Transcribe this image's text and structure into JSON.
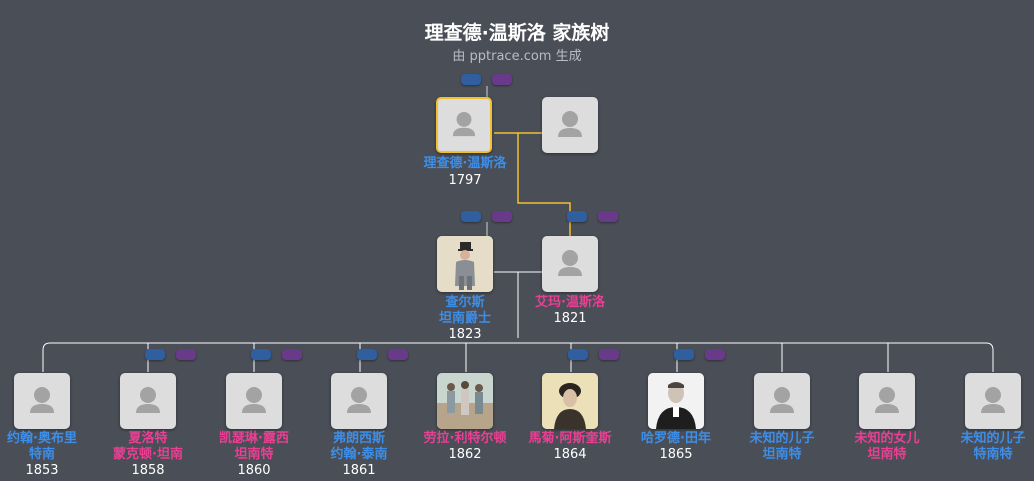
{
  "header": {
    "title": "理查德·温斯洛 家族树",
    "subtitle": "由 pptrace.com 生成"
  },
  "colors": {
    "background": "#4a4e57",
    "male": "#3d8ee8",
    "female": "#ea3f93",
    "selected_border": "#f0c030",
    "link": "#ffffff",
    "ancestor_link": "#f0c030"
  },
  "people": {
    "richard": {
      "name": "理查德·温斯洛",
      "year": "1797",
      "gender": "male",
      "icon": "person-silhouette-icon"
    },
    "richard_spouse": {
      "icon": "person-silhouette-icon"
    },
    "charles": {
      "name": "查尔斯\n坦南爵士",
      "year": "1823",
      "gender": "male",
      "icon": "portrait-photo-icon"
    },
    "emma": {
      "name": "艾玛·温斯洛",
      "year": "1821",
      "gender": "female",
      "icon": "person-silhouette-icon"
    },
    "children": [
      {
        "name": "约翰·奥布里\n特南",
        "year": "1853",
        "gender": "male"
      },
      {
        "name": "夏洛特\n蒙克顿·坦南",
        "year": "1858",
        "gender": "female"
      },
      {
        "name": "凯瑟琳·露西\n坦南特",
        "year": "1860",
        "gender": "female"
      },
      {
        "name": "弗朗西斯\n约翰·泰南",
        "year": "1861",
        "gender": "male"
      },
      {
        "name": "劳拉·利特尔顿",
        "year": "1862",
        "gender": "female"
      },
      {
        "name": "馬菊·阿斯奎斯",
        "year": "1864",
        "gender": "female"
      },
      {
        "name": "哈罗德·田年",
        "year": "1865",
        "gender": "male"
      },
      {
        "name": "未知的儿子\n坦南特",
        "year": "",
        "gender": "male"
      },
      {
        "name": "未知的女儿\n坦南特",
        "year": "",
        "gender": "female"
      },
      {
        "name": "未知的儿子\n特南特",
        "year": "",
        "gender": "male"
      }
    ]
  }
}
